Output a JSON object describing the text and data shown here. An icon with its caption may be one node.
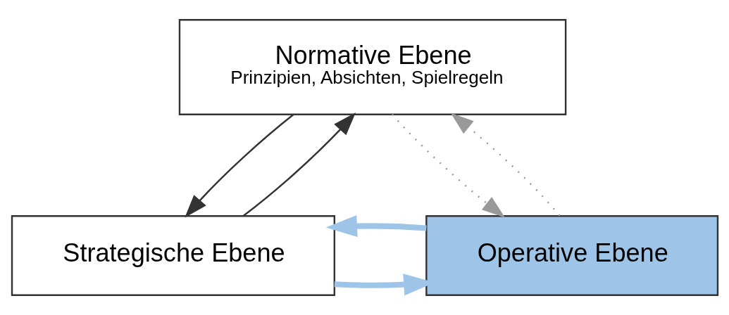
{
  "diagram": {
    "nodes": [
      {
        "text": [
          "Normative Ebene",
          "Prinzipien, Absichten, Spielregeln"
        ]
      },
      {
        "text": [
          "Strategische Ebene"
        ]
      },
      {
        "text": [
          "Operative Ebene"
        ]
      }
    ],
    "edges": [
      {
        "from": 0,
        "to": 1,
        "arrow": "to"
      },
      {
        "from": 1,
        "to": 0,
        "arrow": "to"
      },
      {
        "from": 0,
        "to": 2,
        "arrow": "to",
        "style": "dashed",
        "color": "#999999"
      },
      {
        "from": 2,
        "to": 0,
        "arrow": "to",
        "style": "dashed",
        "color": "#999999"
      },
      {
        "from": 1,
        "to": 2,
        "arrow": "to",
        "style": "thick",
        "color": "#9ec5e8"
      },
      {
        "from": 2,
        "to": 1,
        "arrow": "to",
        "style": "thick",
        "color": "#9ec5e8"
      }
    ]
  }
}
